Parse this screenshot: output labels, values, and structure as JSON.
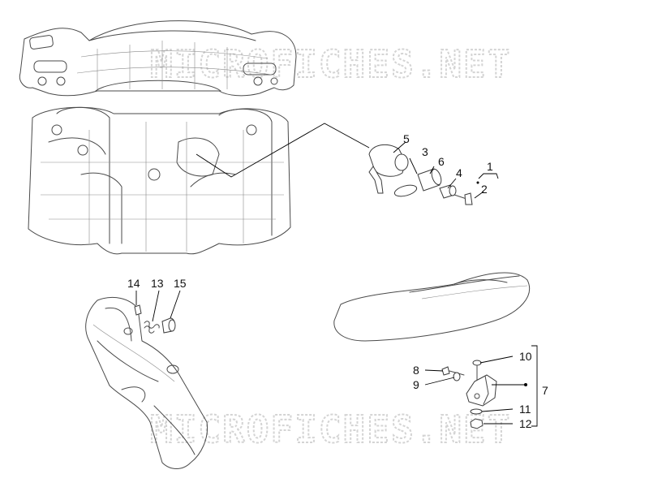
{
  "watermark": {
    "text": "MICROFICHES.NET"
  },
  "callouts": [
    {
      "id": "1",
      "label": "1"
    },
    {
      "id": "2",
      "label": "2"
    },
    {
      "id": "3",
      "label": "3"
    },
    {
      "id": "4",
      "label": "4"
    },
    {
      "id": "5",
      "label": "5"
    },
    {
      "id": "6",
      "label": "6"
    },
    {
      "id": "7",
      "label": "7"
    },
    {
      "id": "8",
      "label": "8"
    },
    {
      "id": "9",
      "label": "9"
    },
    {
      "id": "10",
      "label": "10"
    },
    {
      "id": "11",
      "label": "11"
    },
    {
      "id": "12",
      "label": "12"
    },
    {
      "id": "13",
      "label": "13"
    },
    {
      "id": "14",
      "label": "14"
    },
    {
      "id": "15",
      "label": "15"
    }
  ]
}
